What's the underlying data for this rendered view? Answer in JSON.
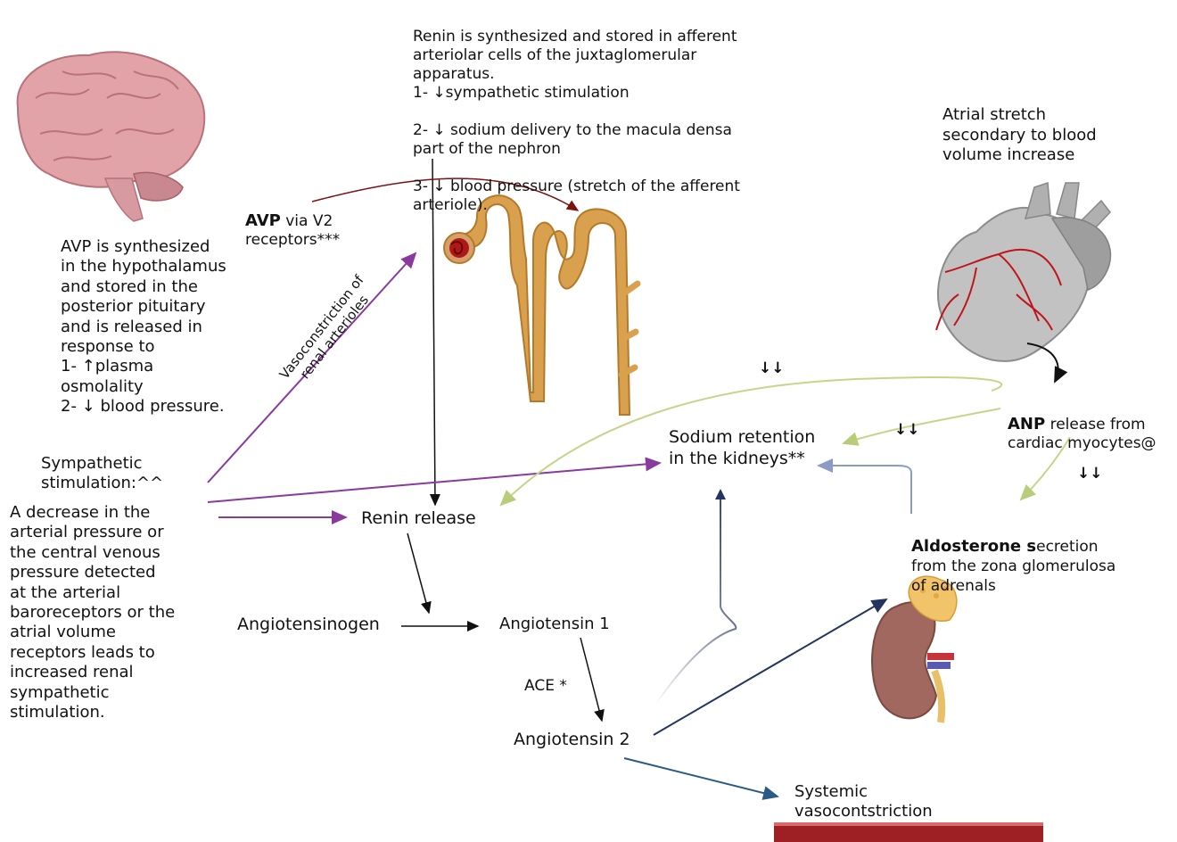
{
  "renin_box": {
    "intro": "Renin is synthesized and stored in afferent\narteriolar cells of the juxtaglomerular\napparatus.",
    "item1": "1- ↓sympathetic stimulation",
    "item2": "2- ↓ sodium delivery to the macula densa\npart of the nephron",
    "item3": "3- ↓ blood pressure (stretch of the afferent\narteriole)."
  },
  "avp_synthesis": "AVP is synthesized\nin the hypothalamus\nand stored in the\nposterior pituitary\nand is released in\nresponse to\n1- ↑plasma\nosmolality\n2- ↓ blood pressure.",
  "avp_label": {
    "bold": "AVP",
    "rest": " via V2",
    "line2": "receptors***"
  },
  "atrial_stretch": "Atrial stretch\nsecondary to blood\nvolume increase",
  "vasoconstriction_label": "Vasoconstriction of\nrenal arterioles",
  "anp": {
    "bold": "ANP",
    "rest": " release from",
    "line2": "cardiac myocytes@"
  },
  "sodium_retention": "Sodium retention\nin the kidneys**",
  "arrows_down": [
    "↓↓",
    "↓↓",
    "↓↓"
  ],
  "sympathetic": {
    "title": "Sympathetic\nstimulation:^^",
    "body": "A decrease in the\narterial pressure or\nthe central venous\npressure detected\nat the arterial\nbaroreceptors or the\natrial volume\nreceptors leads to\nincreased renal\nsympathetic\nstimulation."
  },
  "renin_release": "Renin release",
  "aldosterone": {
    "bold": "Aldosterone s",
    "rest": "ecretion",
    "line2": "from the zona glomerulosa\nof adrenals"
  },
  "angiotensinogen": "Angiotensinogen",
  "angiotensin1": "Angiotensin 1",
  "ace": "ACE *",
  "angiotensin2": "Angiotensin 2",
  "systemic": "Systemic\nvasocontstriction",
  "colors": {
    "purple": "#8a3a9e",
    "green": "#c5d68a",
    "navy": "#24335f",
    "blue": "#2a5b86",
    "lightblue": "#8a9bc6",
    "darkred": "#7a1212",
    "nephron": "#d9a04e",
    "brain": "#d9949a",
    "heart": "#a8a8a8",
    "vessel": "#c0141a"
  }
}
